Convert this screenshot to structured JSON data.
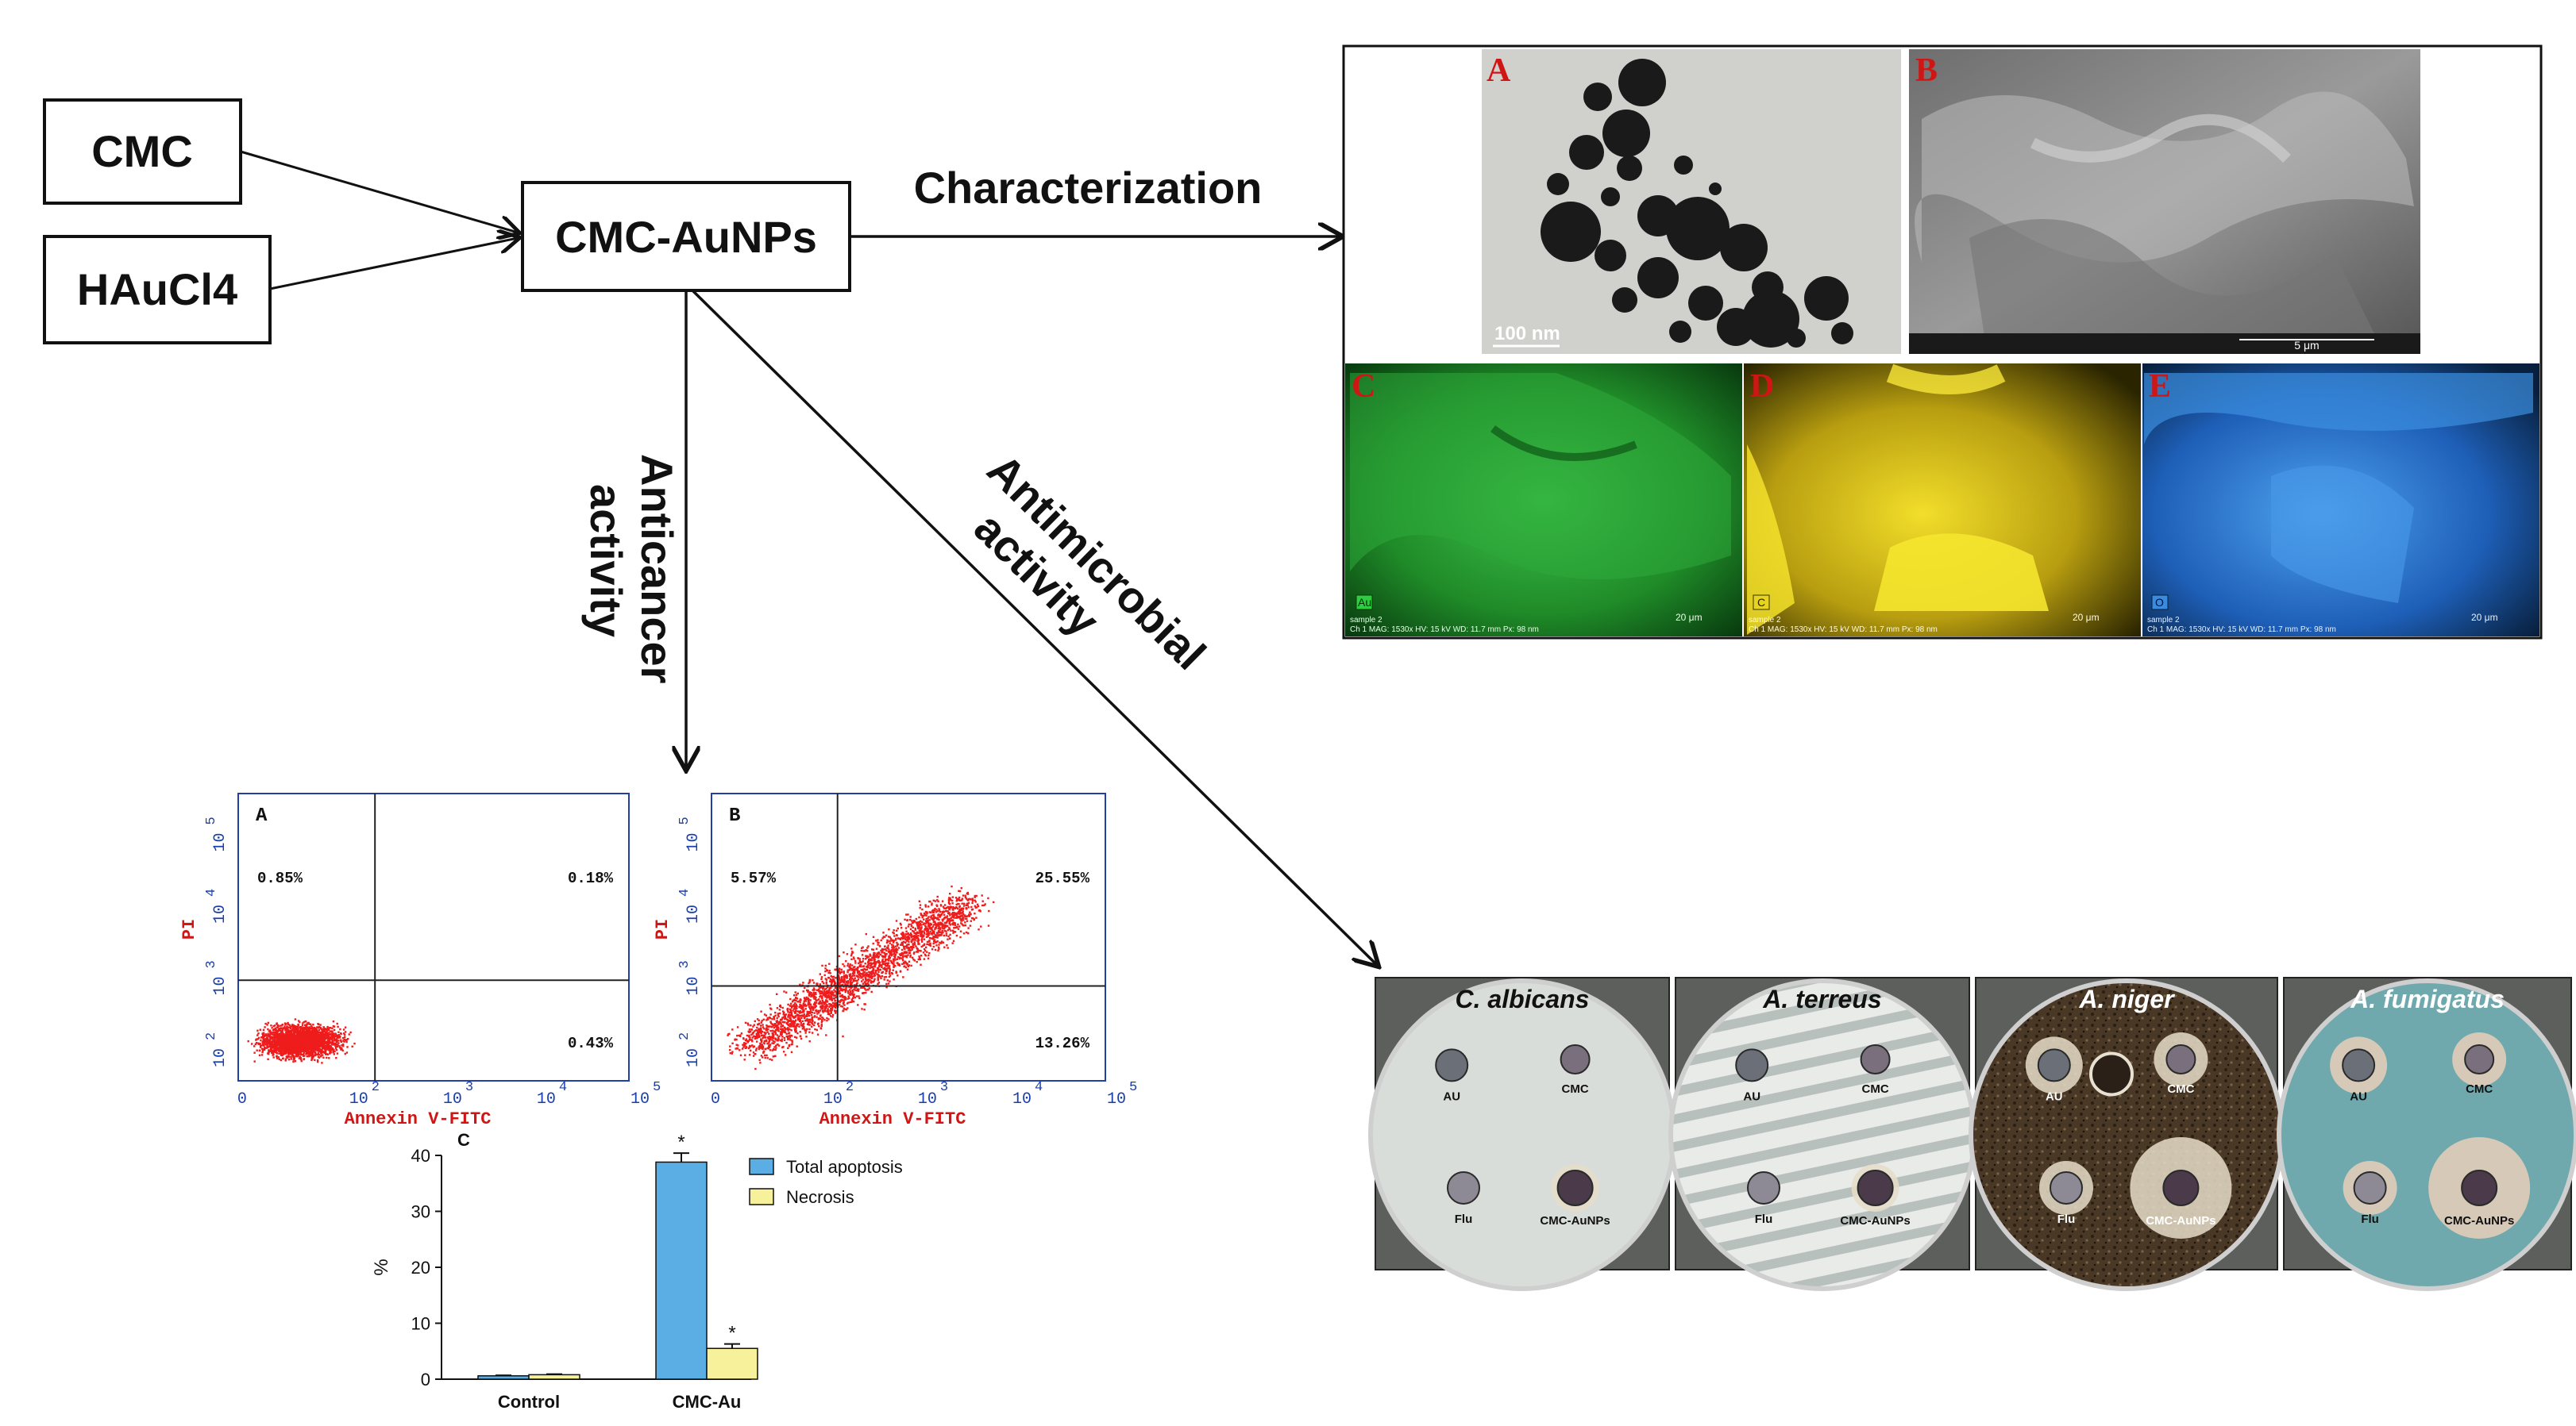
{
  "flow": {
    "cmc_label": "CMC",
    "haucl4_label": "HAuCl4",
    "product_label": "CMC-AuNPs",
    "characterization_label": "Characterization",
    "anticancer_line1": "Anticancer",
    "anticancer_line2": "activity",
    "antimicrobial_line1": "Antimicrobial",
    "antimicrobial_line2": "activity"
  },
  "characterization": {
    "panels": [
      "A",
      "B",
      "C",
      "D",
      "E"
    ],
    "tem_scale": "100 nm",
    "sem_scale": "5 μm",
    "edx_elements": [
      "Au",
      "C",
      "O"
    ],
    "edx_scale": "20 μm",
    "edx_info_line1": "sample 2",
    "edx_info_line2": "Ch 1   MAG: 1530x   HV: 15 kV   WD: 11.7 mm   Px: 98 nm",
    "colors": {
      "au": "#1f9a2a",
      "c": "#d8c21a",
      "o": "#2b79d3"
    }
  },
  "flow_cytometry": [
    {
      "panel": "A",
      "ul": "0.85%",
      "ur": "0.18%",
      "lr": "0.43%"
    },
    {
      "panel": "B",
      "ul": "5.57%",
      "ur": "25.55%",
      "lr": "13.26%"
    }
  ],
  "flow_axes": {
    "x_title": "Annexin V-FITC",
    "y_title": "PI",
    "x_ticks": [
      {
        "base": "0",
        "exp": ""
      },
      {
        "base": "10",
        "exp": "2"
      },
      {
        "base": "10",
        "exp": "3"
      },
      {
        "base": "10",
        "exp": "4"
      },
      {
        "base": "10",
        "exp": "5"
      }
    ],
    "y_ticks": [
      {
        "base": "10",
        "exp": "2"
      },
      {
        "base": "10",
        "exp": "3"
      },
      {
        "base": "10",
        "exp": "4"
      },
      {
        "base": "10",
        "exp": "5"
      }
    ]
  },
  "chart_data": {
    "type": "bar",
    "panel": "C",
    "categories": [
      "Control",
      "CMC-Au"
    ],
    "series": [
      {
        "name": "Total apoptosis",
        "values": [
          0.6,
          38.8
        ],
        "errors": [
          0.1,
          1.6
        ],
        "color": "#5aaee3"
      },
      {
        "name": "Necrosis",
        "values": [
          0.8,
          5.5
        ],
        "errors": [
          0.1,
          0.8
        ],
        "color": "#f6f19a"
      }
    ],
    "significance": [
      "",
      "*"
    ],
    "ylabel": "%",
    "ylim": [
      0,
      40
    ],
    "yticks": [
      0,
      10,
      20,
      30,
      40
    ],
    "legend": "top-right"
  },
  "antifungal": {
    "plates": [
      {
        "title": "C. albicans",
        "bg": "#d9ddd9",
        "title_color": "#111111",
        "labels": [
          "AU",
          "CMC",
          "Flu",
          "CMC-AuNPs"
        ]
      },
      {
        "title": "A. terreus",
        "bg": "#e6e8e6",
        "title_color": "#111111",
        "labels": [
          "AU",
          "CMC",
          "Flu",
          "CMC-AuNPs"
        ]
      },
      {
        "title": "A. niger",
        "bg": "#5a4530",
        "title_color": "#ffffff",
        "labels": [
          "AU",
          "CMC",
          "Flu",
          "CMC-AuNPs"
        ]
      },
      {
        "title": "A. fumigatus",
        "bg": "#6fa9ad",
        "title_color": "#ffffff",
        "labels": [
          "AU",
          "CMC",
          "Flu",
          "CMC-AuNPs"
        ]
      }
    ]
  }
}
